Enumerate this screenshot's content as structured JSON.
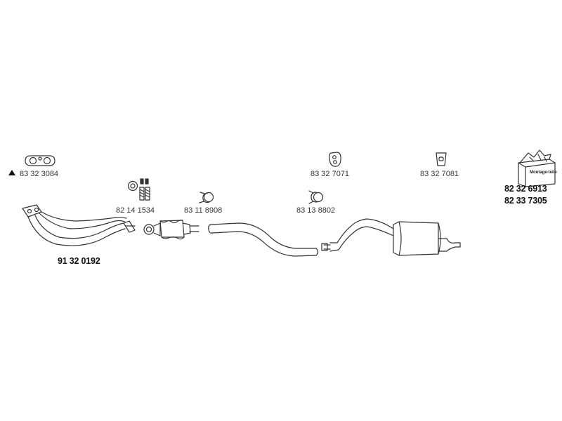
{
  "parts": {
    "flange_gasket": "83 32 3084",
    "front_pipe": "91 32 0192",
    "bolts": "82 14 1534",
    "clamp_1": "83 11 8908",
    "clamp_2": "83 13 8802",
    "rubber_mount_1": "83 32 7071",
    "rubber_mount_2": "83 32 7081",
    "kit_1": "82 32 6913",
    "kit_2": "82 33 7305"
  },
  "kit_box_label": "Montage-teile",
  "colors": {
    "line": "#333333",
    "text": "#222222"
  }
}
